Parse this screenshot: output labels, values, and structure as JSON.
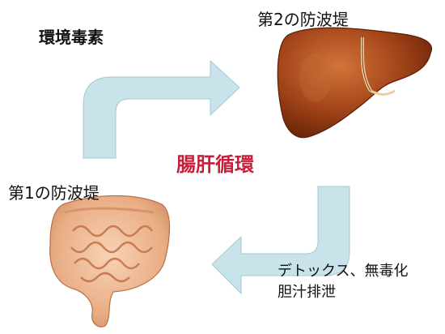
{
  "labels": {
    "toxins": "環境毒素",
    "barrier2": "第2の防波堤",
    "barrier1": "第1の防波堤",
    "cycle": "腸肝循環",
    "detox_line1": "デトックス、無毒化",
    "detox_line2": "胆汁排泄"
  },
  "colors": {
    "arrow_fill": "#c8e4ea",
    "arrow_stroke": "#a4c8d2",
    "cycle_text": "#c81e3c",
    "liver": "#9a3d14",
    "intestine": "#eab28c"
  },
  "icons": {
    "liver": "liver-illustration",
    "intestine": "intestine-illustration"
  }
}
